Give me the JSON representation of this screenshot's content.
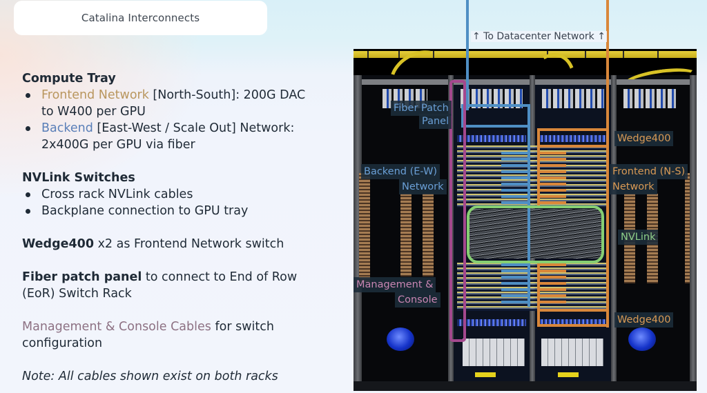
{
  "header": {
    "title": "Catalina Interconnects"
  },
  "left_panel": {
    "compute_tray": {
      "title": "Compute Tray",
      "bullets": [
        {
          "highlight": "Frontend Network",
          "rest": " [North-South]: 200G DAC to W400 per GPU"
        },
        {
          "highlight": "Backend",
          "rest": " [East-West / Scale Out] Network: 2x400G  per GPU via fiber"
        }
      ]
    },
    "nvlink_switches": {
      "title": "NVLink Switches",
      "bullets": [
        {
          "text": "Cross rack NVLink cables"
        },
        {
          "text": "Backplane connection to GPU tray"
        }
      ]
    },
    "wedge": {
      "bold": "Wedge400",
      "rest": " x2 as Frontend Network switch"
    },
    "fiber": {
      "bold": "Fiber patch panel",
      "rest": " to connect to End of Row (EoR) Switch Rack"
    },
    "mgmt": {
      "highlight": "Management & Console Cables",
      "rest": " for switch configuration"
    },
    "note": "Note: All cables shown exist on both racks"
  },
  "diagram": {
    "top_label": "↑ To Datacenter Network ↑",
    "labels": {
      "fiber_patch_1": "Fiber Patch",
      "fiber_patch_2": "Panel",
      "backend_1": "Backend (E-W)",
      "backend_2": "Network",
      "wedge_top": "Wedge400",
      "frontend_1": "Frontend (N-S)",
      "frontend_2": "Network",
      "nvlink": "NVLink",
      "mgmt_1": "Management &",
      "mgmt_2": "Console",
      "wedge_bottom": "Wedge400"
    },
    "colors": {
      "backend": "#4f8fc4",
      "frontend": "#d9873a",
      "nvlink": "#86cf72",
      "management": "#a4488e"
    }
  }
}
